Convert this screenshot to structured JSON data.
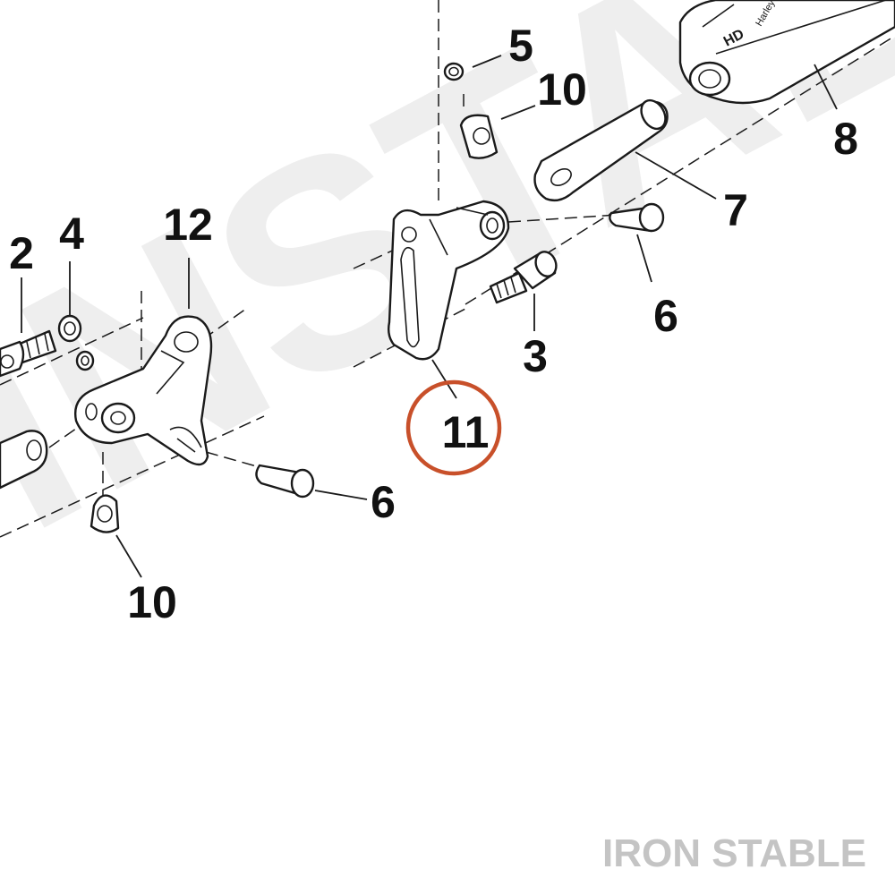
{
  "callouts": [
    {
      "id": "c2",
      "label": "2"
    },
    {
      "id": "c4",
      "label": "4"
    },
    {
      "id": "c12",
      "label": "12"
    },
    {
      "id": "c5",
      "label": "5"
    },
    {
      "id": "c10_top",
      "label": "10"
    },
    {
      "id": "c8",
      "label": "8"
    },
    {
      "id": "c7",
      "label": "7"
    },
    {
      "id": "c6_right",
      "label": "6"
    },
    {
      "id": "c3",
      "label": "3"
    },
    {
      "id": "c11",
      "label": "11"
    },
    {
      "id": "c6_bottom",
      "label": "6"
    },
    {
      "id": "c10_bottom",
      "label": "10"
    }
  ],
  "highlight": {
    "label": "11",
    "color": "#c8502a"
  },
  "watermark": {
    "brand": "IRON STABLE",
    "background_text": "INSTABLE",
    "color": "#eeeeee"
  },
  "footpeg_markings": {
    "brand": "HD",
    "text": "Harley"
  }
}
